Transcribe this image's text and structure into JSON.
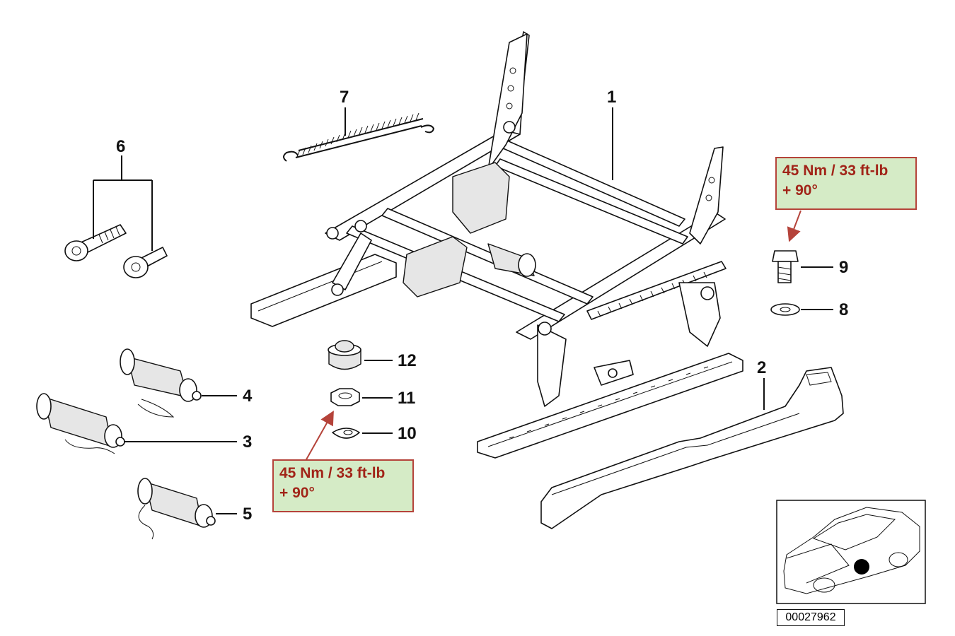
{
  "callouts": {
    "p1": "1",
    "p2": "2",
    "p3": "3",
    "p4": "4",
    "p5": "5",
    "p6": "6",
    "p7": "7",
    "p8": "8",
    "p9": "9",
    "p10": "10",
    "p11": "11",
    "p12": "12"
  },
  "torque_top": {
    "line1": "45 Nm / 33 ft-lb",
    "line2": "+ 90°"
  },
  "torque_bottom": {
    "line1": "45 Nm / 33 ft-lb",
    "line2": "+ 90°"
  },
  "diagram_number": "00027962",
  "colors": {
    "note_background": "#d5ebc6",
    "note_border": "#b5433a",
    "note_text": "#a12418",
    "arrow": "#b5433a",
    "locator_dot": "#000000"
  }
}
